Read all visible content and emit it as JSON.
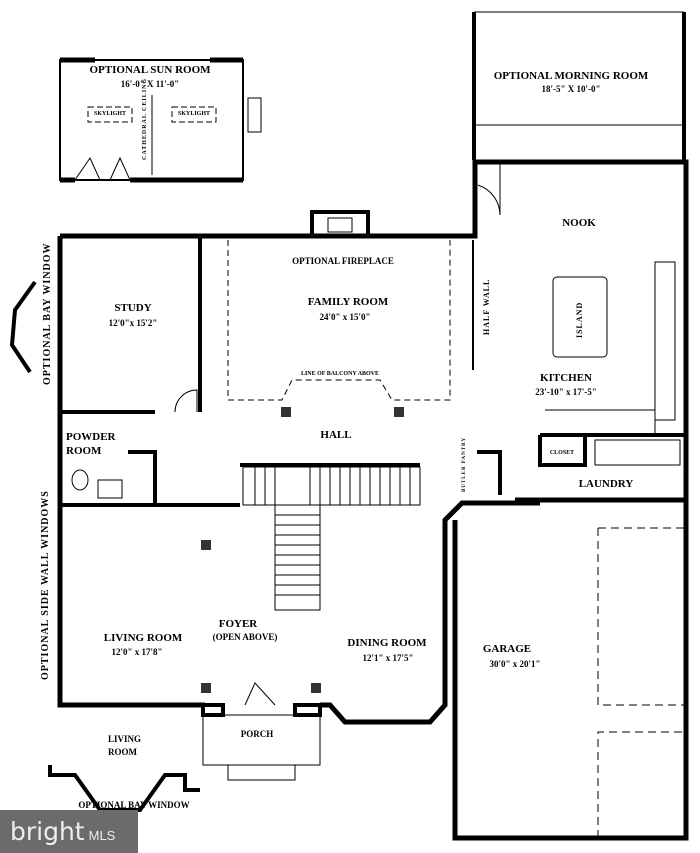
{
  "rooms": {
    "sun_room": {
      "name": "OPTIONAL SUN ROOM",
      "size": "16'-0\" X 11'-0\"",
      "skylight": "SKYLIGHT",
      "ceiling": "CATHEDRAL CEILING"
    },
    "morning_room": {
      "name": "OPTIONAL MORNING ROOM",
      "size": "18'-5\" X 10'-0\""
    },
    "nook": {
      "name": "NOOK"
    },
    "fireplace": {
      "name": "OPTIONAL FIREPLACE"
    },
    "family_room": {
      "name": "FAMILY ROOM",
      "size": "24'0\" x 15'0\"",
      "balcony": "LINE OF BALCONY ABOVE"
    },
    "study": {
      "name": "STUDY",
      "size": "12'0\"x 15'2\""
    },
    "half_wall": "HALF WALL",
    "island": "ISLAND",
    "kitchen": {
      "name": "KITCHEN",
      "size": "23'-10\" x 17'-5\""
    },
    "hall": {
      "name": "HALL"
    },
    "powder_room": {
      "name": "POWDER ROOM"
    },
    "closet": "CLOSET",
    "butler_pantry": "BUTLER PANTRY",
    "laundry": {
      "name": "LAUNDRY"
    },
    "foyer": {
      "name": "FOYER",
      "note": "(OPEN ABOVE)"
    },
    "living_room": {
      "name": "LIVING ROOM",
      "size": "12'0\" x 17'8\""
    },
    "dining_room": {
      "name": "DINING ROOM",
      "size": "12'1\" x 17'5\""
    },
    "garage": {
      "name": "GARAGE",
      "size": "30'0\" x 20'1\""
    },
    "porch": {
      "name": "PORCH"
    },
    "living_room_bay": {
      "name": "LIVING ROOM"
    }
  },
  "annotations": {
    "bay_window_left": "OPTIONAL BAY WINDOW",
    "side_wall_windows": "OPTIONAL SIDE WALL WINDOWS",
    "bay_window_bottom": "OPTIONAL BAY WINDOW"
  },
  "watermark": {
    "brand": "bright",
    "suffix": "MLS"
  }
}
